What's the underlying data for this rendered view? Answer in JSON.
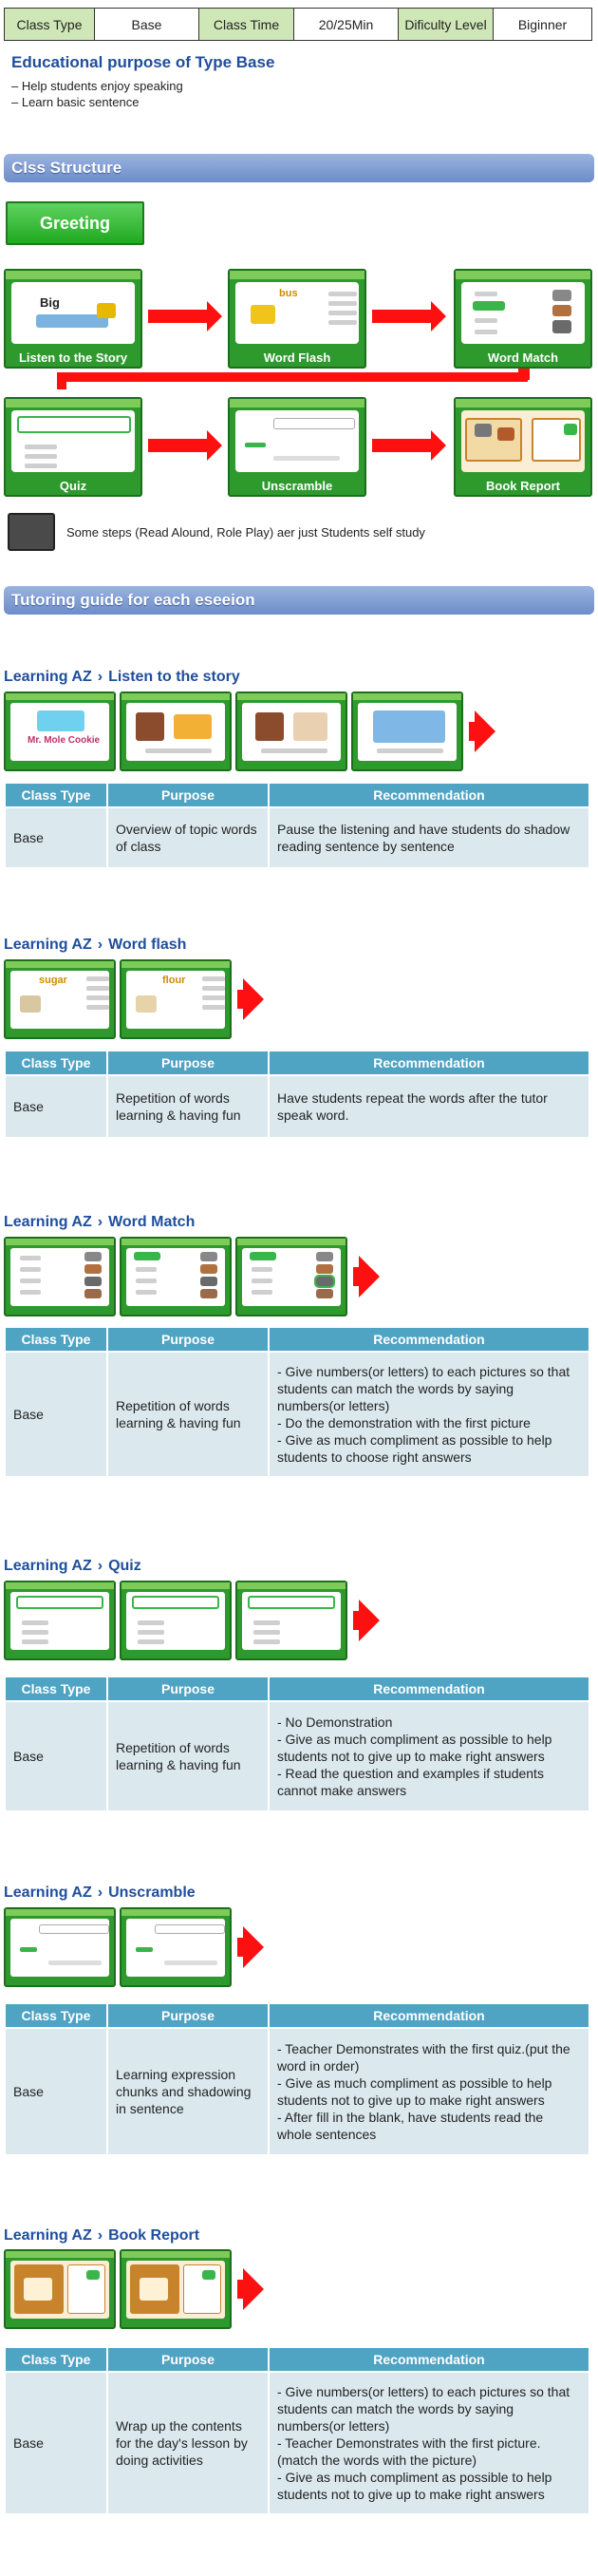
{
  "header": {
    "class_type_label": "Class Type",
    "class_type_value": "Base",
    "class_time_label": "Class Time",
    "class_time_value": "20/25Min",
    "difficulty_label": "Dificulty Level",
    "difficulty_value": "Biginner"
  },
  "education": {
    "title": "Educational purpose of Type Base",
    "points": [
      "Help students enjoy speaking",
      "Learn basic sentence"
    ]
  },
  "structure": {
    "band": "Clss Structure",
    "greeting": "Greeting",
    "steps": [
      "Listen to the Story",
      "Word Flash",
      "Word Match",
      "Quiz",
      "Unscramble",
      "Book Report"
    ],
    "note": "Some steps (Read Alound, Role Play) aer just Students self study",
    "screen_words": {
      "big": "Big",
      "bus": "bus"
    }
  },
  "guide_band": "Tutoring guide for each eseeion",
  "table_headers": {
    "class_type": "Class Type",
    "purpose": "Purpose",
    "recommendation": "Recommendation"
  },
  "sections": [
    {
      "brand": "Learning AZ",
      "name": "Listen to the story",
      "class_type": "Base",
      "purpose": "Overview of topic words of class",
      "recommendation": "Pause the listening and have students do shadow reading sentence by sentence",
      "thumb_word": "Mr. Mole Cookie"
    },
    {
      "brand": "Learning AZ",
      "name": "Word flash",
      "class_type": "Base",
      "purpose": "Repetition of words learning & having fun",
      "recommendation": "Have students repeat the words after the tutor speak word.",
      "thumb_words": [
        "sugar",
        "flour"
      ]
    },
    {
      "brand": "Learning AZ",
      "name": "Word Match",
      "class_type": "Base",
      "purpose": "Repetition of words learning & having fun",
      "recommendation": "- Give numbers(or letters) to each pictures so that students can match the words by saying numbers(or letters)\n- Do the demonstration with the first picture\n- Give as much compliment as possible to help students to choose right answers"
    },
    {
      "brand": "Learning AZ",
      "name": "Quiz",
      "class_type": "Base",
      "purpose": "Repetition of words learning & having fun",
      "recommendation": "- No Demonstration\n- Give as much compliment as possible to help students not to give up to make right answers\n- Read the question and examples if students cannot make answers"
    },
    {
      "brand": "Learning AZ",
      "name": "Unscramble",
      "class_type": "Base",
      "purpose": "Learning expression chunks and shadowing in sentence",
      "recommendation": "- Teacher Demonstrates with the first quiz.(put the word in order)\n- Give as much compliment as possible to help students not to give up to make right answers\n- After fill in the blank, have students read the whole sentences"
    },
    {
      "brand": "Learning AZ",
      "name": "Book Report",
      "class_type": "Base",
      "purpose": "Wrap up the contents for the day's lesson by doing activities",
      "recommendation": "- Give numbers(or letters) to each pictures so that students can match the words by saying numbers(or letters)\n- Teacher Demonstrates with the first picture. (match the words with the picture)\n- Give as much compliment as possible to help students not to give up to make right answers"
    }
  ],
  "colors": {
    "green": "#2e9a2e",
    "red_arrow": "#ff1010",
    "band_blue": "#6d8cc9",
    "table_header": "#4fa3c3",
    "table_cell": "#dbe9ef",
    "title_blue": "#1f4e9c"
  }
}
